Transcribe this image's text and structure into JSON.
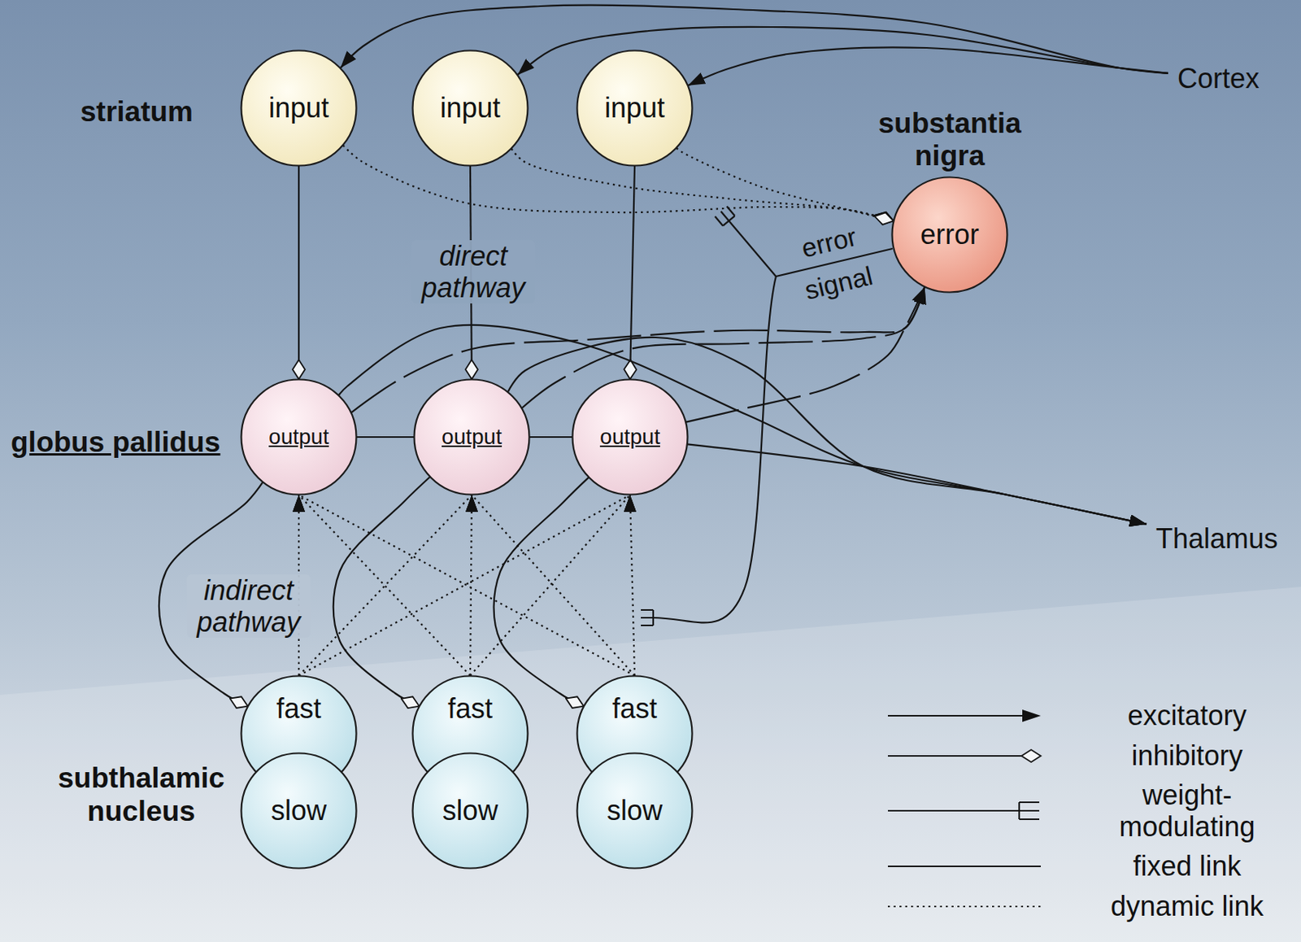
{
  "diagram": {
    "nodes": [
      {
        "text": [
          "input"
        ]
      },
      {
        "text": [
          "input"
        ]
      },
      {
        "text": [
          "input"
        ]
      },
      {
        "text": [
          "Cortex"
        ]
      },
      {
        "text": [
          "substantia nigra",
          "error"
        ]
      },
      {
        "text": [
          "output"
        ]
      },
      {
        "text": [
          "output"
        ]
      },
      {
        "text": [
          "output"
        ]
      },
      {
        "text": [
          "Thalamus"
        ]
      },
      {
        "text": [
          "fast"
        ]
      },
      {
        "text": [
          "fast"
        ]
      },
      {
        "text": [
          "fast"
        ]
      },
      {
        "text": [
          "slow"
        ]
      },
      {
        "text": [
          "slow"
        ]
      },
      {
        "text": [
          "slow"
        ]
      }
    ],
    "edges": [
      {
        "from": 3,
        "to": 0,
        "arrow": "to"
      },
      {
        "from": 3,
        "to": 1,
        "arrow": "to"
      },
      {
        "from": 3,
        "to": 2,
        "arrow": "to"
      },
      {
        "from": 0,
        "to": 5,
        "arrow": "to"
      },
      {
        "from": 1,
        "to": 6,
        "arrow": "to",
        "label": "direct pathway"
      },
      {
        "from": 2,
        "to": 7,
        "arrow": "to"
      },
      {
        "from": 0,
        "to": 4,
        "arrow": "to"
      },
      {
        "from": 1,
        "to": 4,
        "arrow": "to"
      },
      {
        "from": 2,
        "to": 4,
        "arrow": "to"
      },
      {
        "from": 5,
        "to": 6,
        "arrow": "none"
      },
      {
        "from": 6,
        "to": 7,
        "arrow": "none"
      },
      {
        "from": 5,
        "to": 8,
        "arrow": "to"
      },
      {
        "from": 6,
        "to": 8,
        "arrow": "to"
      },
      {
        "from": 7,
        "to": 8,
        "arrow": "to"
      },
      {
        "from": 5,
        "to": 4,
        "arrow": "to"
      },
      {
        "from": 6,
        "to": 4,
        "arrow": "to"
      },
      {
        "from": 7,
        "to": 4,
        "arrow": "to"
      },
      {
        "from": 5,
        "to": 9,
        "arrow": "to",
        "label": "indirect pathway"
      },
      {
        "from": 6,
        "to": 10,
        "arrow": "to"
      },
      {
        "from": 7,
        "to": 11,
        "arrow": "to"
      },
      {
        "from": 9,
        "to": 5,
        "arrow": "to"
      },
      {
        "from": 9,
        "to": 6,
        "arrow": "to"
      },
      {
        "from": 9,
        "to": 7,
        "arrow": "to"
      },
      {
        "from": 10,
        "to": 5,
        "arrow": "to"
      },
      {
        "from": 10,
        "to": 6,
        "arrow": "to"
      },
      {
        "from": 10,
        "to": 7,
        "arrow": "to"
      },
      {
        "from": 11,
        "to": 5,
        "arrow": "to"
      },
      {
        "from": 11,
        "to": 6,
        "arrow": "to"
      },
      {
        "from": 11,
        "to": 7,
        "arrow": "to"
      }
    ],
    "labels": [
      "striatum",
      "globus pallidus",
      "subthalamic nucleus",
      "error signal"
    ],
    "legend": [
      {
        "text": "excitatory"
      },
      {
        "text": "inhibitory"
      },
      {
        "text": "weight-modulating"
      },
      {
        "text": "fixed link"
      },
      {
        "text": "dynamic link"
      }
    ]
  }
}
